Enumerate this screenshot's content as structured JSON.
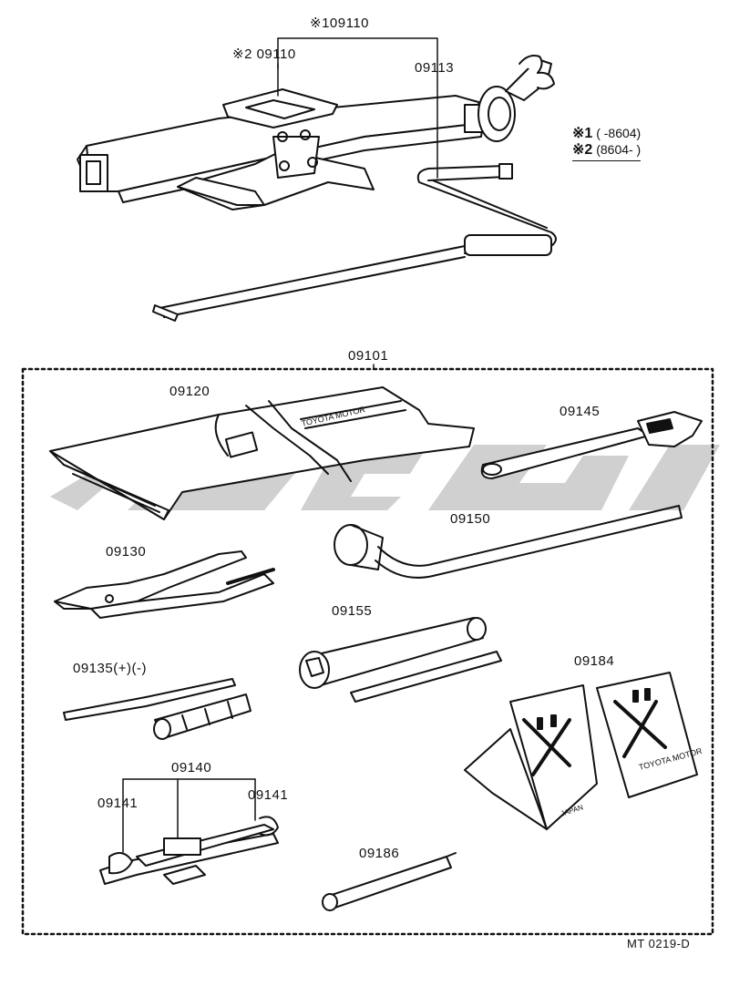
{
  "labels": {
    "jack_assy_1": "※109110",
    "jack_assy_2": "※2 09110",
    "jack_handle": "09113",
    "tool_kit": "09101",
    "tool_bag": "09120",
    "adjustable_wrench": "09145",
    "lug_wrench": "09150",
    "pliers": "09130",
    "plug_wrench": "09155",
    "chock": "09184",
    "screwdriver": "09135(+)(-)",
    "wrench_set": "09140",
    "wrench_left": "09141",
    "wrench_right": "09141",
    "extension_bar": "09186"
  },
  "notes": {
    "note1_mark": "※1",
    "note1_text": "(        -8604)",
    "note2_mark": "※2",
    "note2_text": "(8604-        )"
  },
  "stamp": {
    "bag_text_1": "TOYOTA MOTOR",
    "chock_text_1": "TOYOTA MOTOR",
    "chock_text_2": "JAPAN"
  },
  "footer": {
    "code": "MT 0219-D"
  }
}
